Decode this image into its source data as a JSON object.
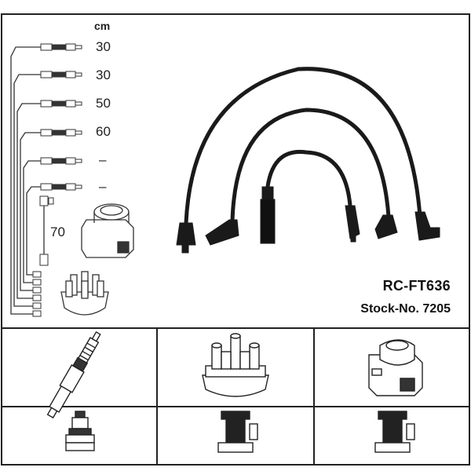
{
  "product": {
    "code": "RC-FT636",
    "stock": "Stock-No. 7205"
  },
  "lengths": {
    "unit": "cm",
    "values": [
      "30",
      "30",
      "50",
      "60",
      "–",
      "–"
    ],
    "coil_lead": "70"
  },
  "colors": {
    "line": "#222222",
    "wire": "#1a1a1a",
    "background": "#ffffff"
  },
  "icons": {
    "part_row": [
      "spark-plug-icon",
      "distributor-cap-icon",
      "ignition-coil-icon"
    ],
    "connector_row": [
      "plug-connector-icon",
      "cap-connector-icon",
      "coil-connector-icon"
    ]
  }
}
